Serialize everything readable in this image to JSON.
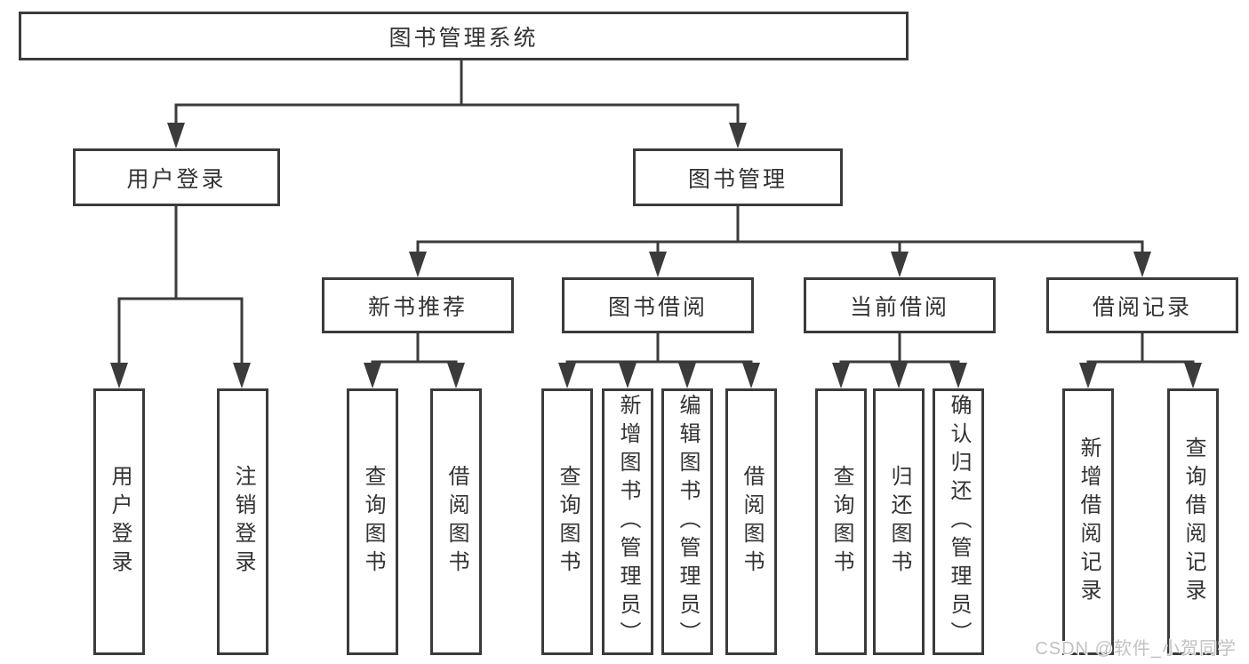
{
  "diagram": {
    "root": "图书管理系统",
    "level2": {
      "user_login": "用户登录",
      "book_mgmt": "图书管理"
    },
    "level3": {
      "new_books": "新书推荐",
      "book_borrow": "图书借阅",
      "current_borrow": "当前借阅",
      "borrow_records": "借阅记录"
    },
    "leaves": {
      "user_login": [
        "用户登录",
        "注销登录"
      ],
      "new_books": [
        "查询图书",
        "借阅图书"
      ],
      "book_borrow": [
        "查询图书",
        "新增图书（管理员）",
        "编辑图书（管理员）",
        "借阅图书"
      ],
      "current_borrow": [
        "查询图书",
        "归还图书",
        "确认归还（管理员）"
      ],
      "borrow_records": [
        "新增借阅记录",
        "查询借阅记录"
      ]
    }
  },
  "watermark": "CSDN @软件_小贺同学",
  "colors": {
    "line": "#3b3b3b",
    "text": "#333333",
    "watermark": "#c2c2c2",
    "background": "#ffffff"
  }
}
